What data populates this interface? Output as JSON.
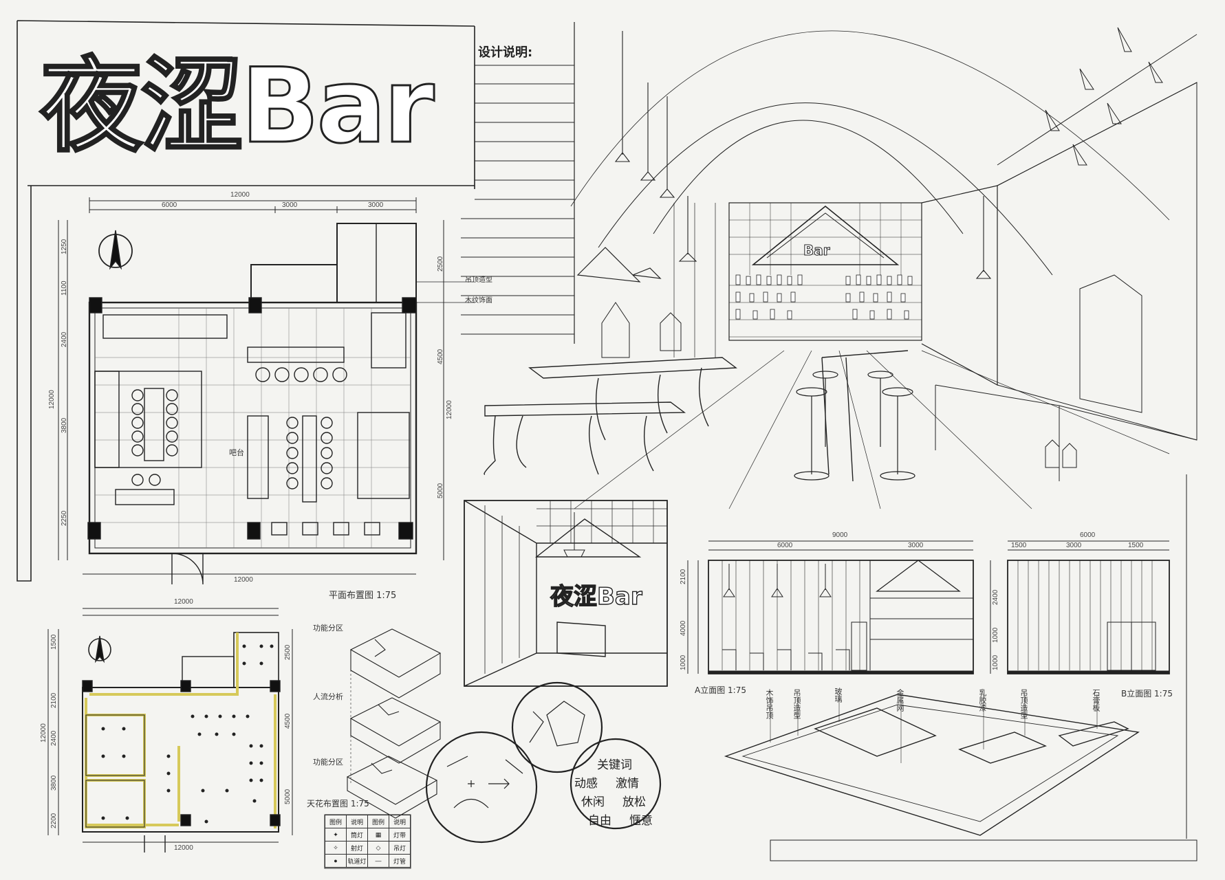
{
  "title": "夜涩Bar",
  "design_note_heading": "设计说明:",
  "floor_plan": {
    "caption": "平面布置图 1:75",
    "dim_top_total": "12000",
    "dim_top_segments": [
      "6000",
      "3000",
      "3000"
    ],
    "dim_bottom_total": "12000",
    "dim_left_total": "12000",
    "dim_left_segments": [
      "1250",
      "1100",
      "2400",
      "3800",
      "2250"
    ],
    "dim_right_segments": [
      "2500",
      "4500",
      "12000",
      "5000"
    ],
    "labels": {
      "bar_area": "吧台",
      "note_lighting": "吊顶造型",
      "note_material": "木纹饰面"
    }
  },
  "ceiling_plan": {
    "caption": "天花布置图 1:75",
    "dim_top_total": "12000",
    "dim_bottom_total": "12000",
    "dim_left_total": "12000",
    "dim_left_segments": [
      "1500",
      "2100",
      "2400",
      "3800",
      "2200"
    ],
    "dim_right_segments": [
      "2500",
      "4500",
      "5000"
    ]
  },
  "zones": {
    "labels": [
      "功能分区",
      "人流分析",
      "功能分区"
    ]
  },
  "legend": {
    "rows": [
      [
        "图例",
        "说明",
        "图例",
        "说明"
      ],
      [
        "✦",
        "筒灯",
        "▦",
        "灯带"
      ],
      [
        "✧",
        "射灯",
        "◇",
        "吊灯"
      ],
      [
        "●",
        "轨道灯",
        "—",
        "灯管"
      ]
    ]
  },
  "keywords": {
    "heading": "关键词",
    "words": [
      "动感",
      "激情",
      "休闲",
      "放松",
      "自由",
      "惬意"
    ]
  },
  "elevation_a": {
    "caption": "A立面图 1:75",
    "dim_total": "9000",
    "dim_segments": [
      "6000",
      "3000"
    ],
    "dim_left": [
      "2100",
      "4000",
      "1000"
    ]
  },
  "elevation_b": {
    "caption": "B立面图 1:75",
    "dim_total": "6000",
    "dim_segments": [
      "1500",
      "3000",
      "1500"
    ],
    "dim_left": [
      "2400",
      "1000",
      "1000"
    ]
  },
  "perspective_sign": "Bar",
  "entrance_sign": "夜涩Bar",
  "ceiling_labels": [
    "木饰吊顶",
    "吊顶造型",
    "玻璃",
    "金属网",
    "乳胶漆",
    "吊顶造型",
    "石膏板"
  ]
}
